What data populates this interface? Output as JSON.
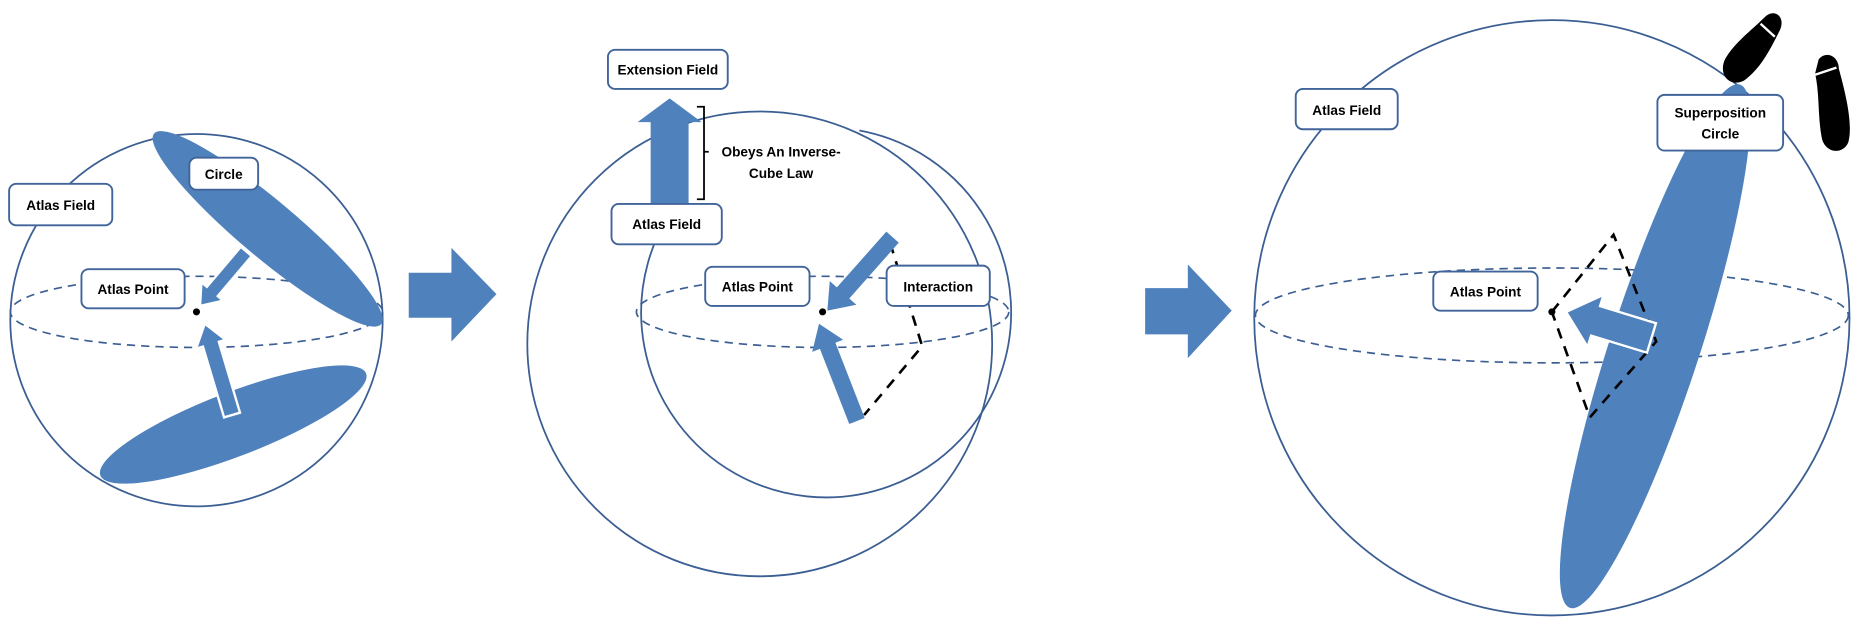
{
  "colors": {
    "accent": "#4f81bd",
    "outline": "#3b5e93",
    "text": "#000000"
  },
  "panel1": {
    "atlas_field": "Atlas Field",
    "circle": "Circle",
    "atlas_point": "Atlas Point"
  },
  "panel2": {
    "extension_field": "Extension Field",
    "law_line1": "Obeys An Inverse-",
    "law_line2": "Cube Law",
    "atlas_field": "Atlas Field",
    "atlas_point": "Atlas Point",
    "interaction": "Interaction"
  },
  "panel3": {
    "atlas_field": "Atlas Field",
    "superposition_line1": "Superposition",
    "superposition_line2": "Circle",
    "atlas_point": "Atlas Point",
    "icons": [
      "footprints-icon"
    ]
  }
}
